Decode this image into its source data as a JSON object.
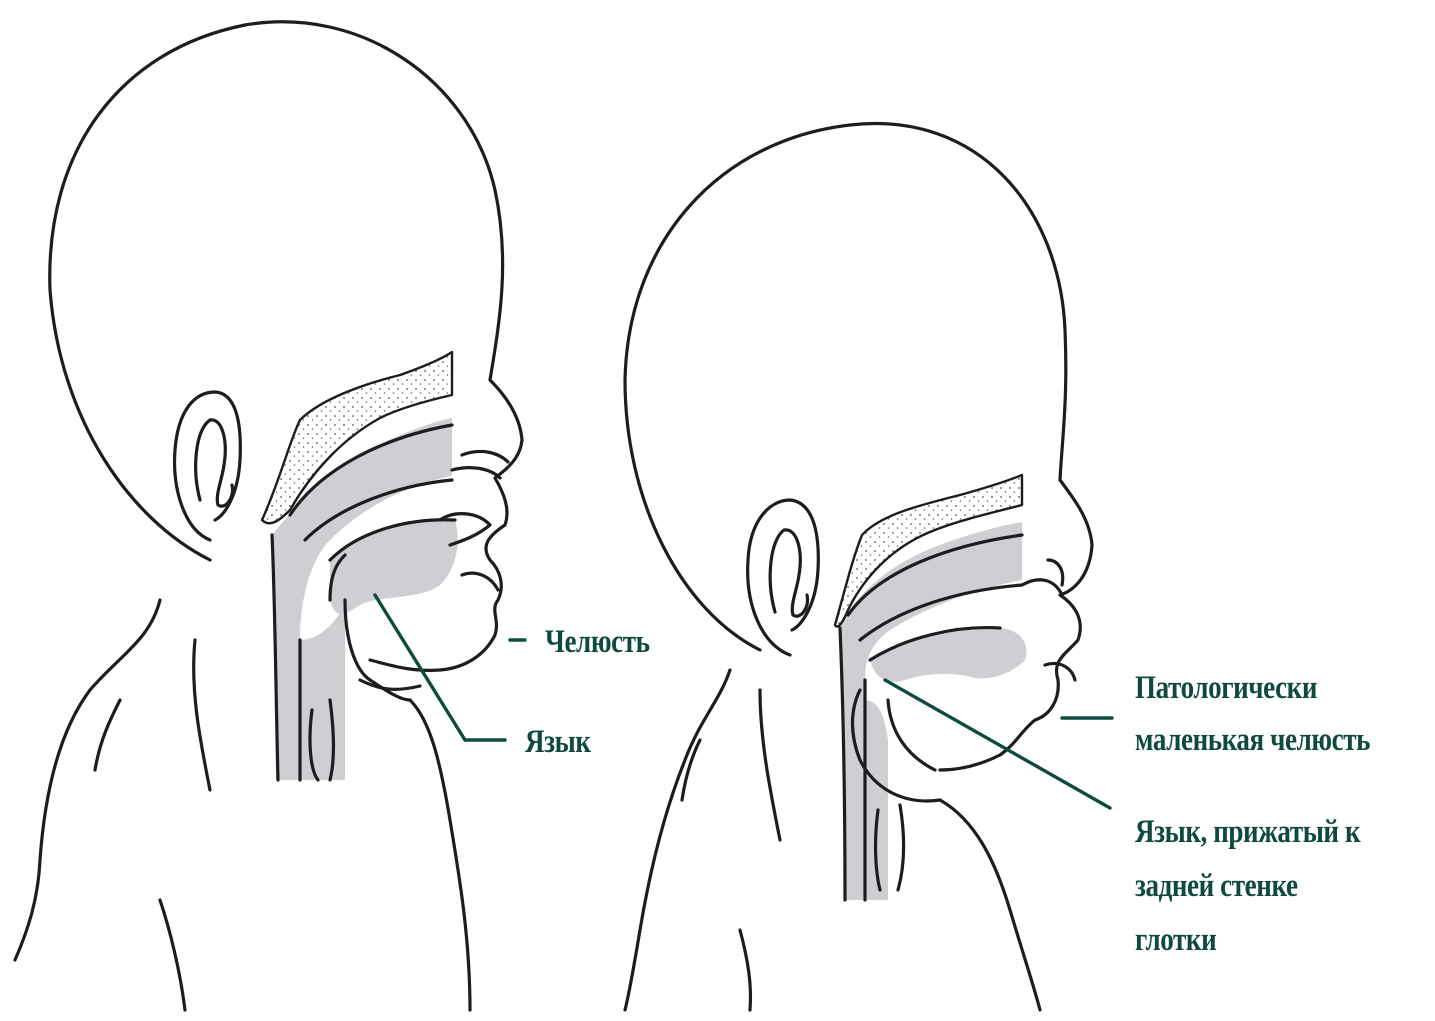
{
  "colors": {
    "outline": "#1d1d1f",
    "airway": "#cfcfd3",
    "label": "#0e4b3e",
    "background": "#ffffff"
  },
  "labels": {
    "normal_jaw": "Челюсть",
    "normal_tongue": "Язык",
    "small_jaw_line1": "Патологически",
    "small_jaw_line2": "маленькая челюсть",
    "pressed_tongue_line1": "Язык, прижатый к",
    "pressed_tongue_line2": "задней стенке",
    "pressed_tongue_line3": "глотки"
  }
}
